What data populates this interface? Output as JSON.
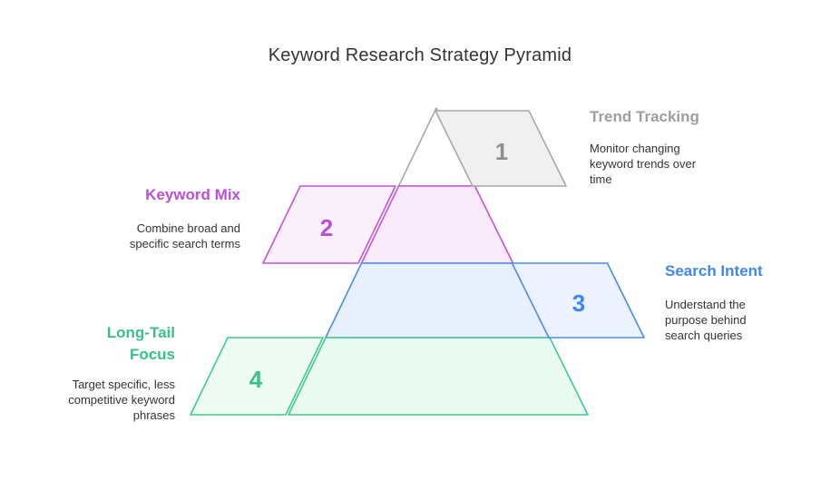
{
  "title": "Keyword Research Strategy Pyramid",
  "diagram": {
    "type": "pyramid",
    "levels": [
      {
        "number": "1",
        "label": "Trend Tracking",
        "description": "Monitor changing keyword trends over time",
        "side": "right",
        "colors": {
          "stroke": "#a8a8a8",
          "band_fill": "#ffffff",
          "tab_fill": "#f0f0f0",
          "label": "#9e9e9e",
          "number": "#8f8f8f"
        }
      },
      {
        "number": "2",
        "label": "Keyword Mix",
        "description": "Combine broad and specific search terms",
        "side": "left",
        "colors": {
          "stroke": "#c353d6",
          "band_fill": "#f8e9fb",
          "tab_fill": "#faf0fc",
          "label": "#ba4fd6",
          "number": "#ba4fd6"
        }
      },
      {
        "number": "3",
        "label": "Search Intent",
        "description": "Understand the purpose behind search queries",
        "side": "right",
        "colors": {
          "stroke": "#4b8bf0",
          "band_fill": "#e8f0fd",
          "tab_fill": "#edf3fe",
          "label": "#4285f4",
          "number": "#4285f4"
        }
      },
      {
        "number": "4",
        "label": "Long-Tail Focus",
        "description": "Target specific, less competitive keyword phrases",
        "side": "left",
        "colors": {
          "stroke": "#41ca90",
          "band_fill": "#e9faf2",
          "tab_fill": "#effcf6",
          "label": "#38c08a",
          "number": "#38c08a"
        }
      }
    ]
  }
}
